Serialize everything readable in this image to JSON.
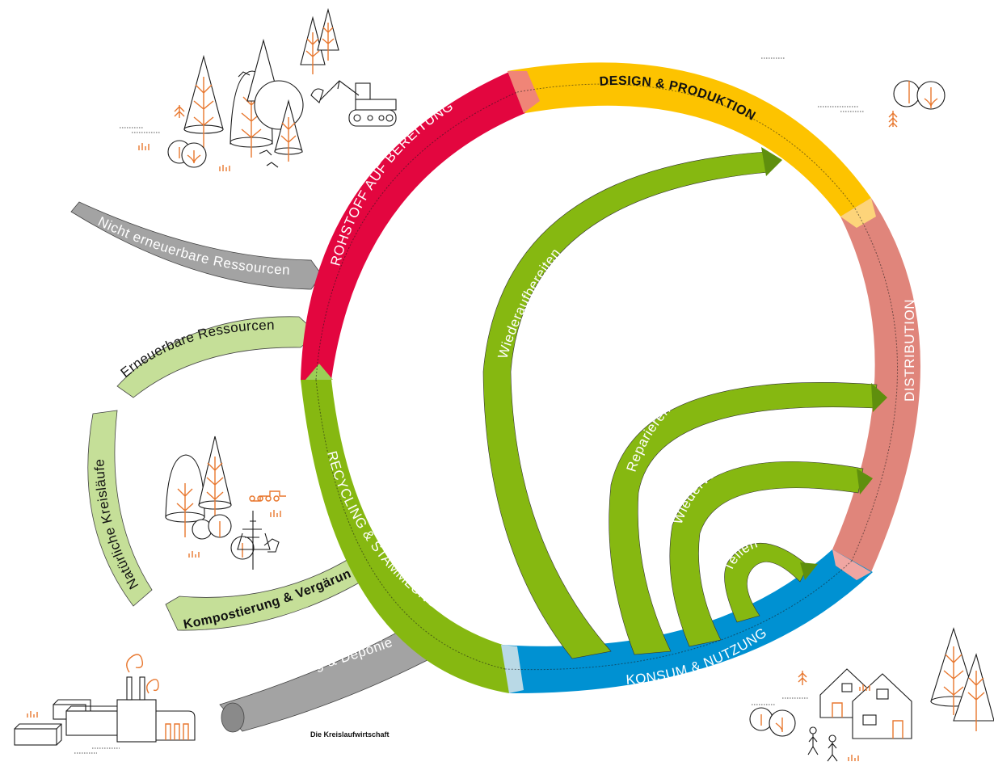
{
  "title": "Die Kreislaufwirtschaft",
  "colors": {
    "rohstoff": "#e3063f",
    "design": "#fdc300",
    "distribution": "#e0857b",
    "konsum": "#0091d2",
    "recycling": "#86b811",
    "loop_green": "#86b811",
    "natural": "#c5df98",
    "grey": "#a3a3a3",
    "illustration_orange": "#e8772e"
  },
  "main_cycle": [
    {
      "id": "rohstoff",
      "label": "ROHSTOFF AUF BEREITUNG"
    },
    {
      "id": "design",
      "label": "DESIGN & PRODUKTION"
    },
    {
      "id": "distribution",
      "label": "DISTRIBUTION"
    },
    {
      "id": "konsum",
      "label": "KONSUM & NUTZUNG"
    },
    {
      "id": "recycling",
      "label": "RECYCLING & STAMMLUNG"
    }
  ],
  "inner_loops": [
    {
      "id": "wiederaufbereiten",
      "label": "Wiederaufbereiten"
    },
    {
      "id": "reparieren",
      "label": "Reparieren"
    },
    {
      "id": "wiederverwenden",
      "label": "Wiederverwenden"
    },
    {
      "id": "teilen",
      "label": "Teilen"
    }
  ],
  "side_flows": [
    {
      "id": "nicht_erneuerbar",
      "label": "Nicht erneuerbare Ressourcen"
    },
    {
      "id": "erneuerbar",
      "label": "Erneuerbare Ressourcen"
    },
    {
      "id": "natuerlich",
      "label": "Natürliche Kreisläufe"
    },
    {
      "id": "kompost",
      "label": "Kompostierung & Vergärung"
    },
    {
      "id": "verbrennung",
      "label": "Verbrennung & Deponie"
    }
  ],
  "illustrations": [
    {
      "name": "forest-excavator-illustration"
    },
    {
      "name": "forest-wood-illustration"
    },
    {
      "name": "factory-illustration"
    },
    {
      "name": "houses-people-illustration"
    },
    {
      "name": "trees-right-illustration"
    }
  ]
}
